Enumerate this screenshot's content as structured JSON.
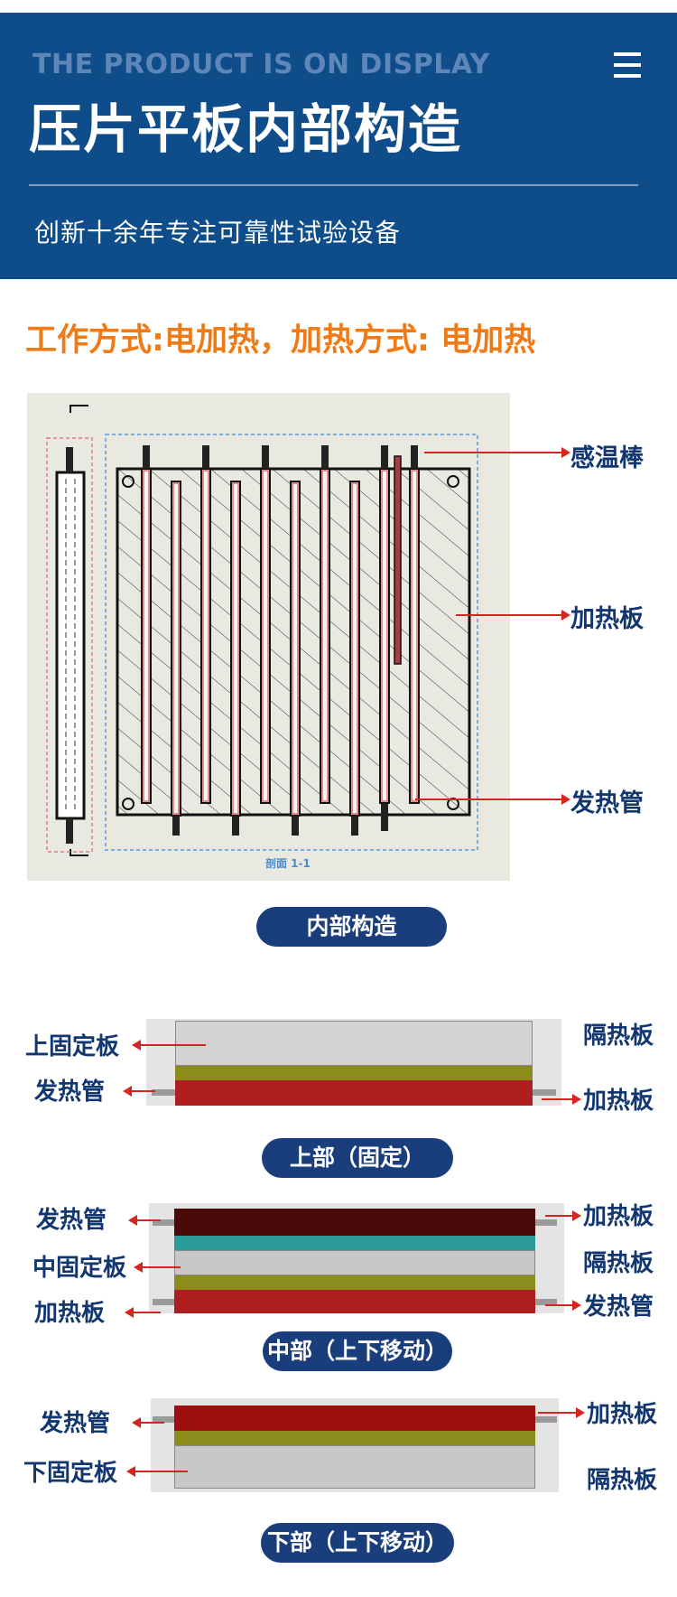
{
  "header": {
    "en_title": "THE PRODUCT IS ON DISPLAY",
    "title": "压片平板内部构造",
    "subtitle": "创新十余年专注可靠性试验设备"
  },
  "work_mode": "工作方式:电加热，加热方式: 电加热",
  "diagram1": {
    "section_caption": "剖面 1-1",
    "callouts": [
      "感温棒",
      "加热板",
      "发热管"
    ],
    "caption": "内部构造"
  },
  "top_section": {
    "labels_left": [
      "上固定板",
      "发热管"
    ],
    "labels_right": [
      "隔热板",
      "加热板"
    ],
    "caption": "上部（固定）"
  },
  "middle_section": {
    "labels_left": [
      "发热管",
      "中固定板",
      "加热板"
    ],
    "labels_right": [
      "加热板",
      "隔热板",
      "发热管"
    ],
    "caption": "中部（上下移动）"
  },
  "bottom_section": {
    "labels_left": [
      "发热管",
      "下固定板"
    ],
    "labels_right": [
      "加热板",
      "隔热板"
    ],
    "caption": "下部（上下移动）"
  },
  "colors": {
    "header_bg": "#0e4c8a",
    "accent_orange": "#f07a16",
    "label_navy": "#123670",
    "pill_bg": "#1a3d7c",
    "heating_red": "#b01f1f",
    "insulation_olive": "#8c8c1c",
    "insulation_teal": "#2a9a9a",
    "plate_gray": "#c8c8c8"
  }
}
